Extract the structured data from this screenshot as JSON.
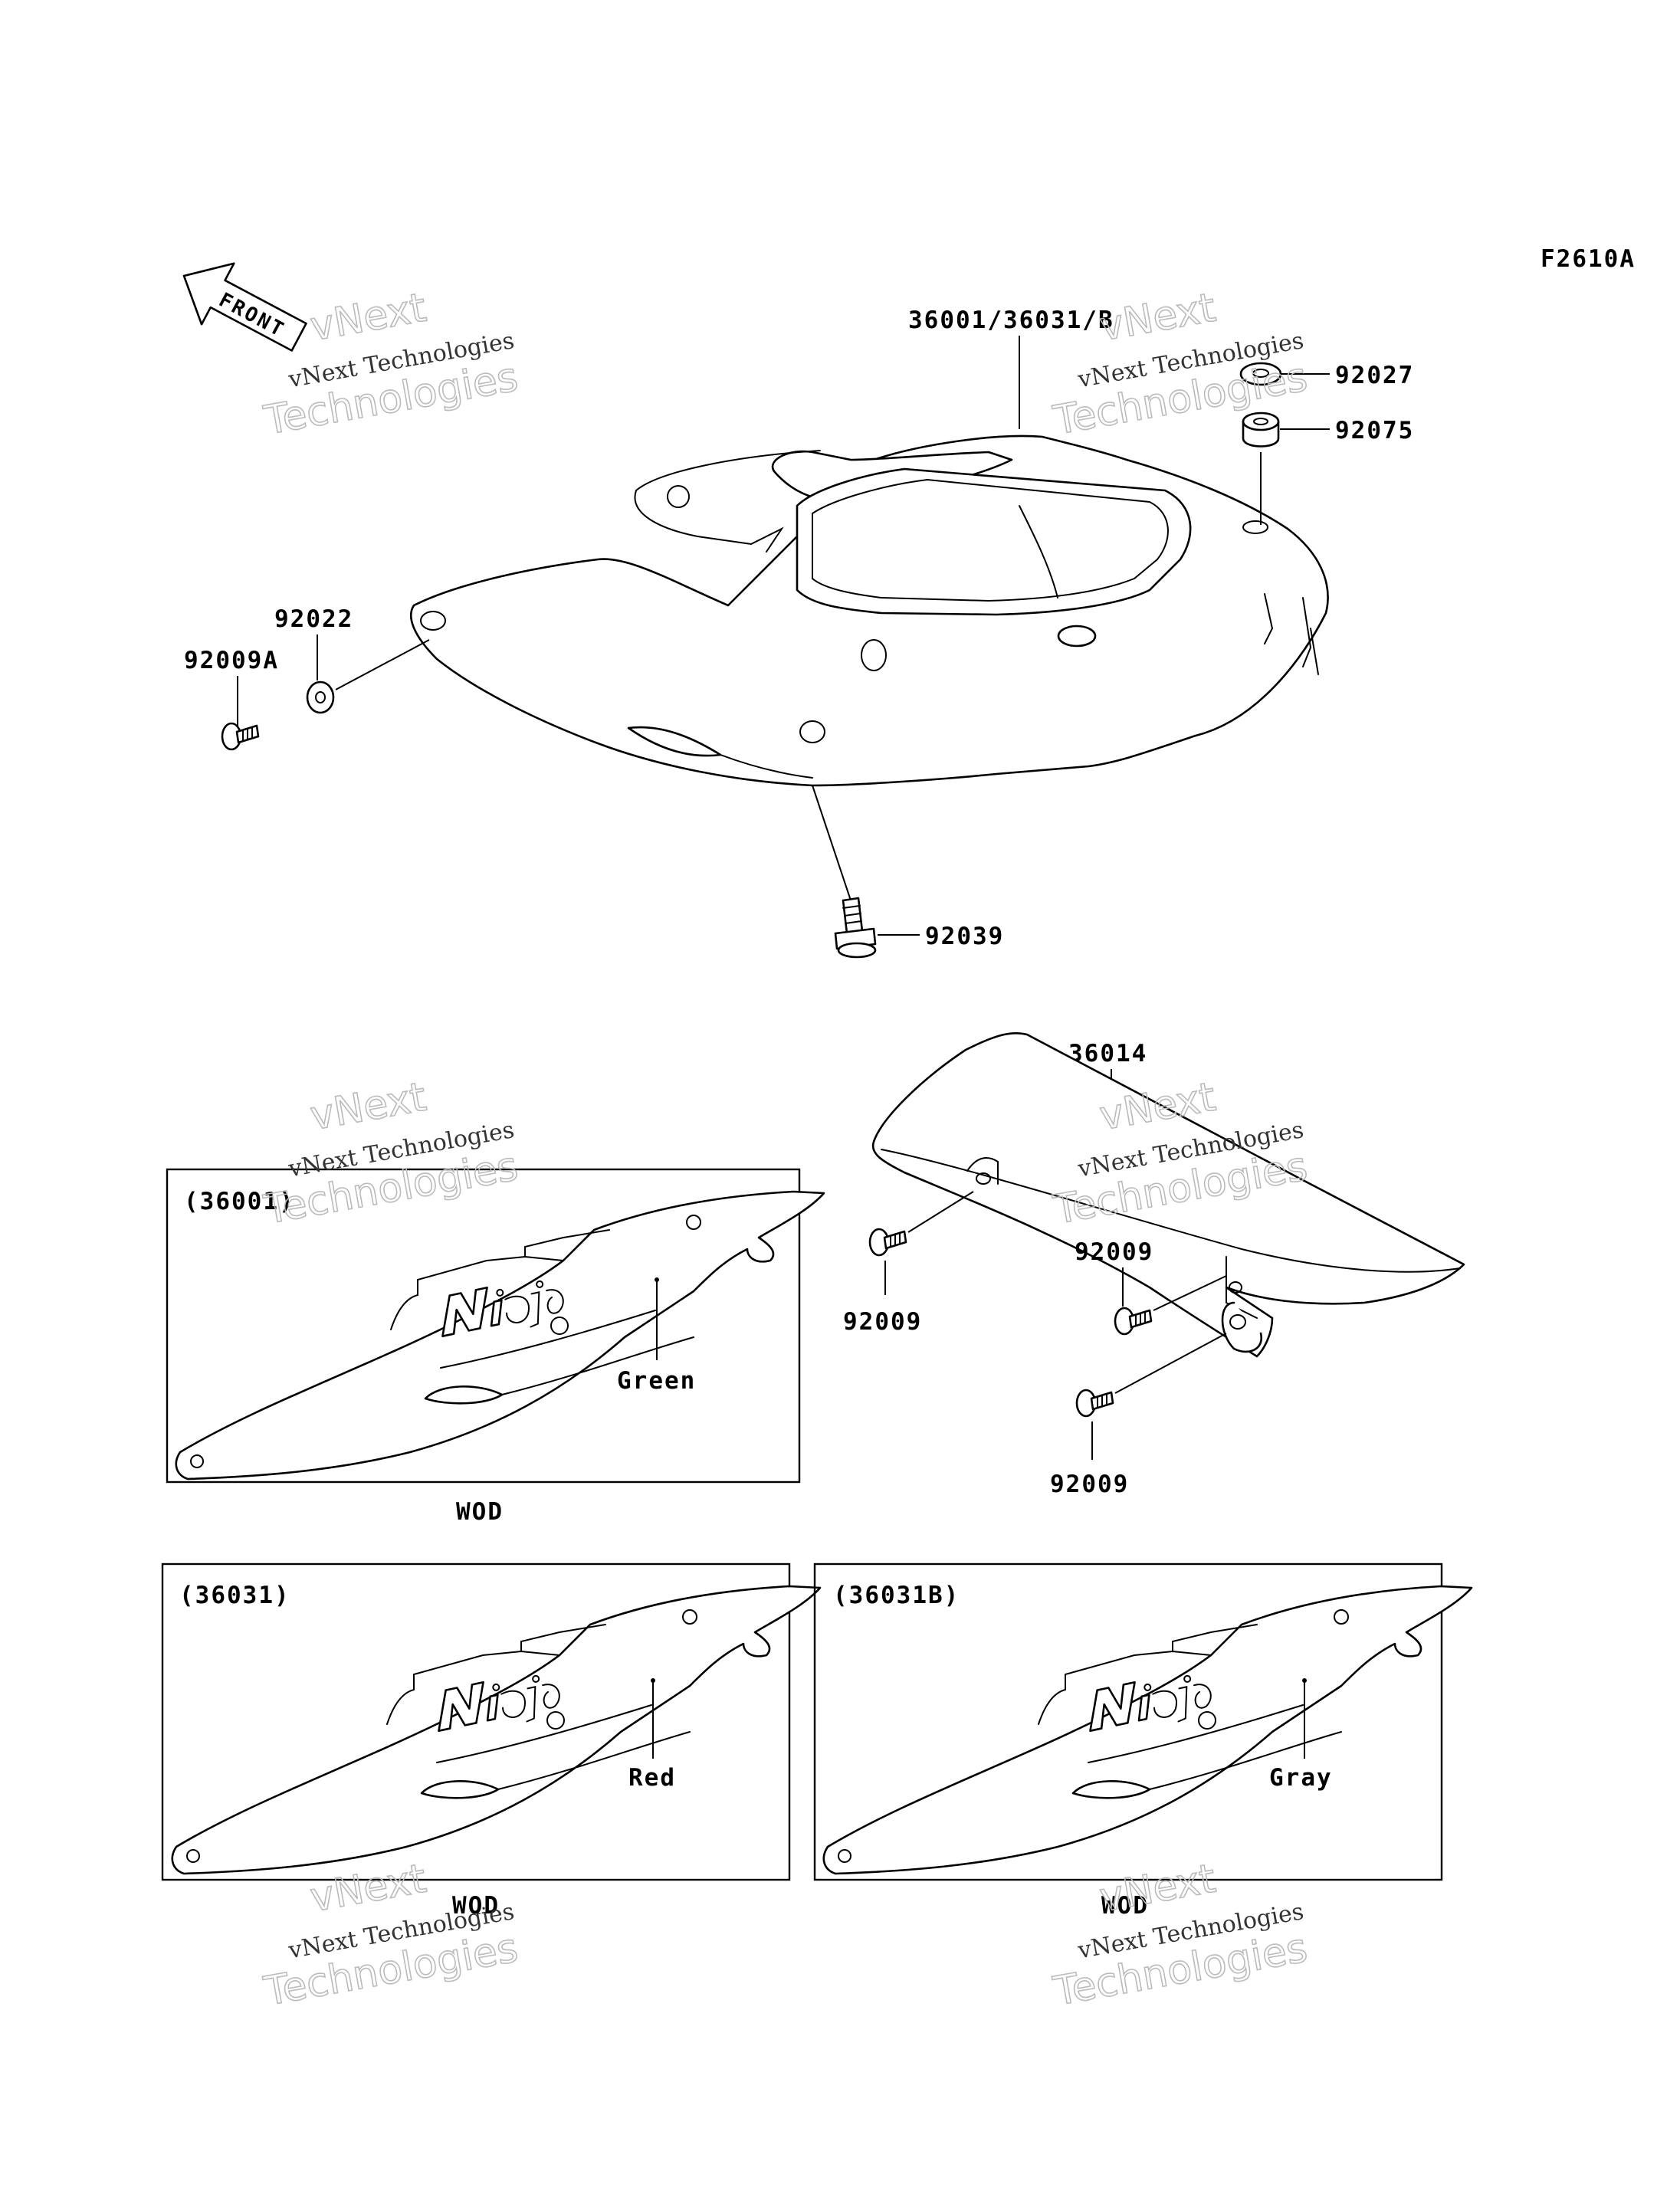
{
  "figure_code": "F2610A",
  "front_arrow_text": "FRONT",
  "watermark": {
    "line1": "vNext",
    "line2": "vNext Technologies",
    "line3": "Technologies"
  },
  "callouts": {
    "main_cover": "36001/36031/B",
    "cap_top": "92027",
    "damper": "92075",
    "washer": "92022",
    "bolt_left": "92009A",
    "bolt_bottom": "92039",
    "side_cover": "36014",
    "bolt_a": "92009",
    "bolt_b": "92009",
    "bolt_c": "92009"
  },
  "variants": [
    {
      "code": "(36001)",
      "color": "Green",
      "region": "WOD"
    },
    {
      "code": "(36031)",
      "color": "Red",
      "region": "WOD"
    },
    {
      "code": "(36031B)",
      "color": "Gray",
      "region": "WOD"
    }
  ]
}
